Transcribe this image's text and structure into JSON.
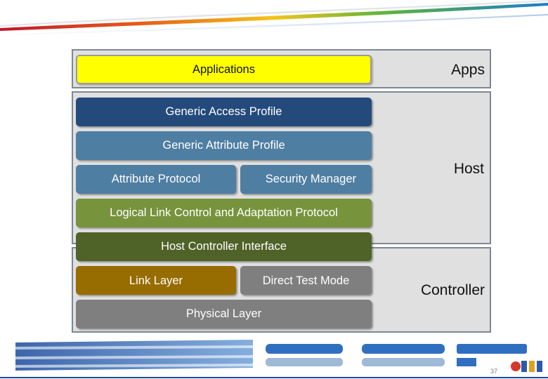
{
  "diagram": {
    "tiers": [
      {
        "label": "Apps"
      },
      {
        "label": "Host"
      },
      {
        "label": "Controller"
      }
    ],
    "blocks": {
      "applications": "Applications",
      "gap": "Generic Access Profile",
      "gatt": "Generic Attribute Profile",
      "att": "Attribute Protocol",
      "sm": "Security Manager",
      "l2cap": "Logical Link Control and Adaptation Protocol",
      "hci": "Host Controller Interface",
      "ll": "Link Layer",
      "dtm": "Direct Test Mode",
      "phy": "Physical Layer"
    },
    "colors": {
      "applications": "#ffff00",
      "gap": "#244a7c",
      "gatt": "#4e7ea2",
      "att": "#4e7ea2",
      "sm": "#4e7ea2",
      "l2cap": "#77933c",
      "hci": "#4f6228",
      "ll": "#976c00",
      "dtm": "#7f7f7f",
      "phy": "#7f7f7f",
      "panel": "#e0e0e0",
      "panel_border": "#7d8796"
    }
  },
  "footer": {
    "page_number": "37"
  }
}
